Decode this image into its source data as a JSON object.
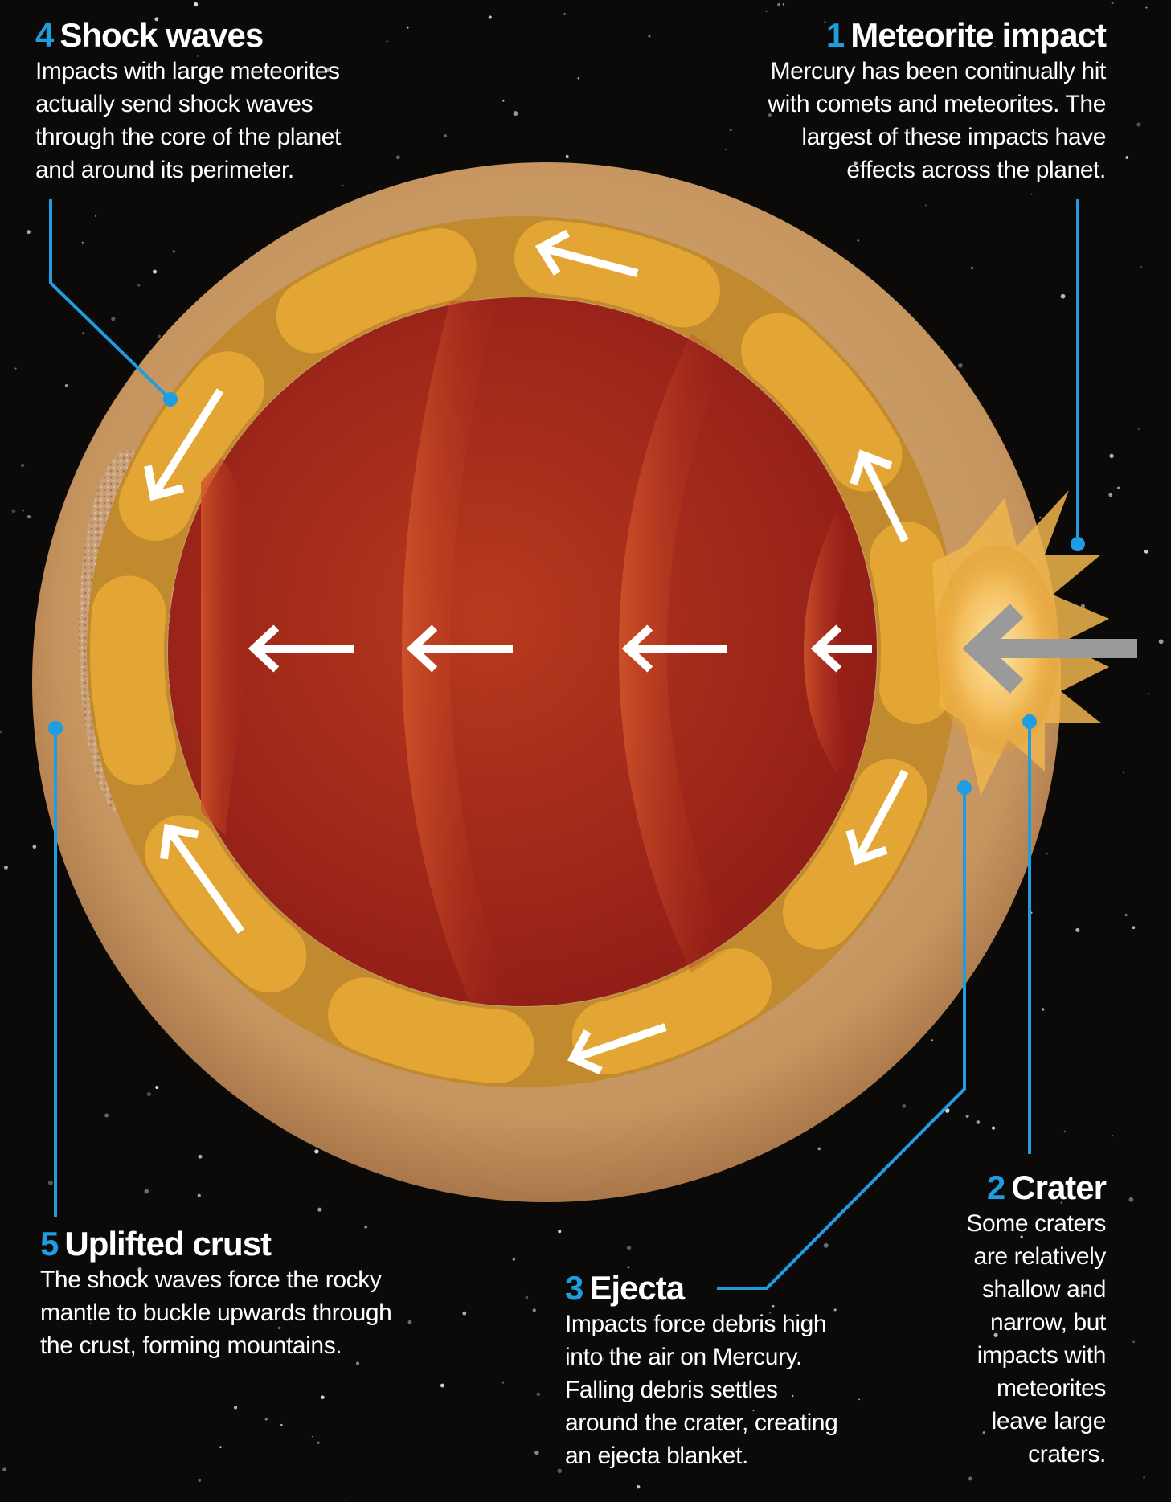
{
  "labels": [
    {
      "id": "shock-waves",
      "number": "4",
      "title": "Shock waves",
      "lines": [
        "Impacts with large meteorites",
        "actually send shock waves",
        "through the core of the planet",
        "and around its perimeter."
      ]
    },
    {
      "id": "meteorite-impact",
      "number": "1",
      "title": "Meteorite impact",
      "lines": [
        "Mercury has been continually hit",
        "with comets and meteorites. The",
        "largest of these impacts have",
        "effects across the planet."
      ]
    },
    {
      "id": "crater",
      "number": "2",
      "title": "Crater",
      "lines": [
        "Some craters",
        "are relatively",
        "shallow and",
        "narrow, but",
        "impacts with",
        "meteorites",
        "leave large",
        "craters."
      ]
    },
    {
      "id": "ejecta",
      "number": "3",
      "title": "Ejecta",
      "lines": [
        "Impacts force debris high",
        "into the air on Mercury.",
        "Falling debris settles",
        "around the crater, creating",
        "an ejecta blanket."
      ]
    },
    {
      "id": "uplifted-crust",
      "number": "5",
      "title": "Uplifted crust",
      "lines": [
        "The shock waves force the rocky",
        "mantle to buckle upwards through",
        "the crust, forming mountains."
      ]
    }
  ],
  "colors": {
    "accent": "#1e9ee0",
    "crust": "#c89a68",
    "mantle": "#d69a2c",
    "core": "#a2231a",
    "space": "#0b0a09"
  }
}
